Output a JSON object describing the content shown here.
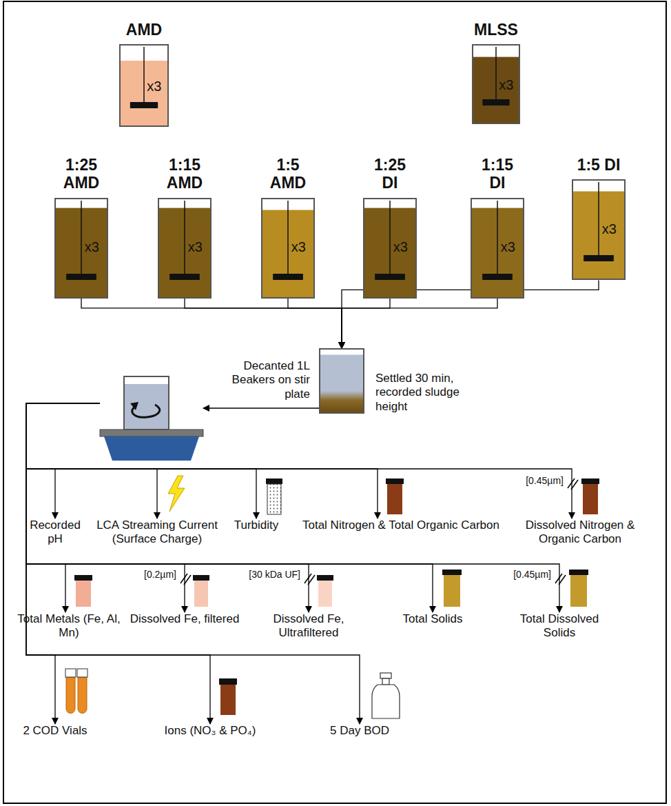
{
  "diagram": {
    "nodes": [
      {
        "text": [
          "AMD",
          "x3"
        ]
      },
      {
        "text": [
          "MLSS",
          "x3"
        ]
      },
      {
        "text": [
          "1:25 AMD",
          "x3"
        ]
      },
      {
        "text": [
          "1:15 AMD",
          "x3"
        ]
      },
      {
        "text": [
          "1:5 AMD",
          "x3"
        ]
      },
      {
        "text": [
          "1:25 DI",
          "x3"
        ]
      },
      {
        "text": [
          "1:15 DI",
          "x3"
        ]
      },
      {
        "text": [
          "1:5 DI",
          "x3"
        ]
      },
      {
        "text": [
          "Settled 30 min, recorded sludge height"
        ]
      },
      {
        "text": [
          "Decanted 1L Beakers on stir plate"
        ]
      },
      {
        "text": [
          "Recorded pH"
        ]
      },
      {
        "text": [
          "LCA Streaming Current (Surface Charge)"
        ]
      },
      {
        "text": [
          "Turbidity"
        ]
      },
      {
        "text": [
          "Total Nitrogen & Total Organic Carbon"
        ]
      },
      {
        "text": [
          "Dissolved Nitrogen & Organic Carbon",
          "[0.45µm]"
        ]
      },
      {
        "text": [
          "Total Metals (Fe, Al, Mn)"
        ]
      },
      {
        "text": [
          "Dissolved Fe, filtered",
          "[0.2µm]"
        ]
      },
      {
        "text": [
          "Dissolved Fe, Ultrafiltered",
          "[30 kDa UF]"
        ]
      },
      {
        "text": [
          "Total Solids"
        ]
      },
      {
        "text": [
          "Total Dissolved Solids",
          "[0.45µm]"
        ]
      },
      {
        "text": [
          "2 COD Vials"
        ]
      },
      {
        "text": [
          "Ions (NO₃ & PO₄)"
        ]
      },
      {
        "text": [
          "5 Day BOD"
        ]
      }
    ],
    "edges": [
      {
        "from": 2,
        "to": 8,
        "arrow": "to"
      },
      {
        "from": 3,
        "to": 8,
        "arrow": "to"
      },
      {
        "from": 4,
        "to": 8,
        "arrow": "to"
      },
      {
        "from": 5,
        "to": 8,
        "arrow": "to"
      },
      {
        "from": 6,
        "to": 8,
        "arrow": "to"
      },
      {
        "from": 7,
        "to": 8,
        "arrow": "to"
      },
      {
        "from": 8,
        "to": 9,
        "arrow": "to"
      },
      {
        "from": 9,
        "to": 10,
        "arrow": "to"
      },
      {
        "from": 9,
        "to": 11,
        "arrow": "to"
      },
      {
        "from": 9,
        "to": 12,
        "arrow": "to"
      },
      {
        "from": 9,
        "to": 13,
        "arrow": "to"
      },
      {
        "from": 9,
        "to": 14,
        "arrow": "to"
      },
      {
        "from": 9,
        "to": 15,
        "arrow": "to"
      },
      {
        "from": 9,
        "to": 16,
        "arrow": "to"
      },
      {
        "from": 9,
        "to": 17,
        "arrow": "to"
      },
      {
        "from": 9,
        "to": 18,
        "arrow": "to"
      },
      {
        "from": 9,
        "to": 19,
        "arrow": "to"
      },
      {
        "from": 9,
        "to": 20,
        "arrow": "to"
      },
      {
        "from": 9,
        "to": 21,
        "arrow": "to"
      },
      {
        "from": 9,
        "to": 22,
        "arrow": "to"
      }
    ]
  }
}
